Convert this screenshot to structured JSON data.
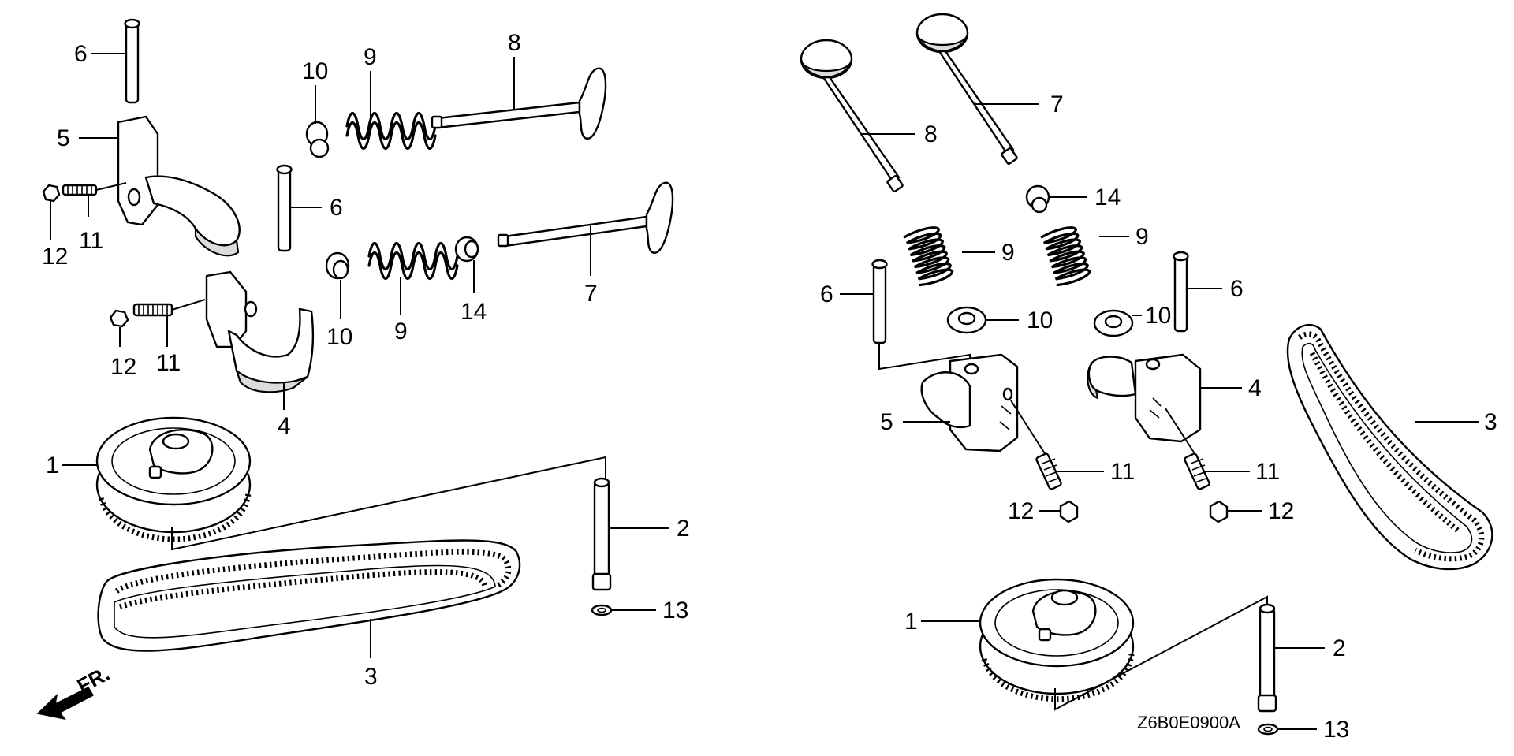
{
  "diagram": {
    "drawing_code": "Z6B0E0900A",
    "front_marker": "FR.",
    "left_assembly": {
      "callouts": [
        {
          "id": "l-6a",
          "text": "6"
        },
        {
          "id": "l-5",
          "text": "5"
        },
        {
          "id": "l-12a",
          "text": "12"
        },
        {
          "id": "l-11a",
          "text": "11"
        },
        {
          "id": "l-10a",
          "text": "10"
        },
        {
          "id": "l-9a",
          "text": "9"
        },
        {
          "id": "l-8",
          "text": "8"
        },
        {
          "id": "l-6b",
          "text": "6"
        },
        {
          "id": "l-10b",
          "text": "10"
        },
        {
          "id": "l-9b",
          "text": "9"
        },
        {
          "id": "l-14",
          "text": "14"
        },
        {
          "id": "l-7",
          "text": "7"
        },
        {
          "id": "l-12b",
          "text": "12"
        },
        {
          "id": "l-11b",
          "text": "11"
        },
        {
          "id": "l-4",
          "text": "4"
        },
        {
          "id": "l-1",
          "text": "1"
        },
        {
          "id": "l-2",
          "text": "2"
        },
        {
          "id": "l-13",
          "text": "13"
        },
        {
          "id": "l-3",
          "text": "3"
        }
      ]
    },
    "right_assembly": {
      "callouts": [
        {
          "id": "r-8",
          "text": "8"
        },
        {
          "id": "r-7",
          "text": "7"
        },
        {
          "id": "r-14",
          "text": "14"
        },
        {
          "id": "r-9a",
          "text": "9"
        },
        {
          "id": "r-9b",
          "text": "9"
        },
        {
          "id": "r-6a",
          "text": "6"
        },
        {
          "id": "r-10a",
          "text": "10"
        },
        {
          "id": "r-10b",
          "text": "10"
        },
        {
          "id": "r-6b",
          "text": "6"
        },
        {
          "id": "r-4",
          "text": "4"
        },
        {
          "id": "r-3",
          "text": "3"
        },
        {
          "id": "r-5",
          "text": "5"
        },
        {
          "id": "r-11a",
          "text": "11"
        },
        {
          "id": "r-11b",
          "text": "11"
        },
        {
          "id": "r-12a",
          "text": "12"
        },
        {
          "id": "r-12b",
          "text": "12"
        },
        {
          "id": "r-1",
          "text": "1"
        },
        {
          "id": "r-2",
          "text": "2"
        },
        {
          "id": "r-13",
          "text": "13"
        }
      ]
    }
  }
}
